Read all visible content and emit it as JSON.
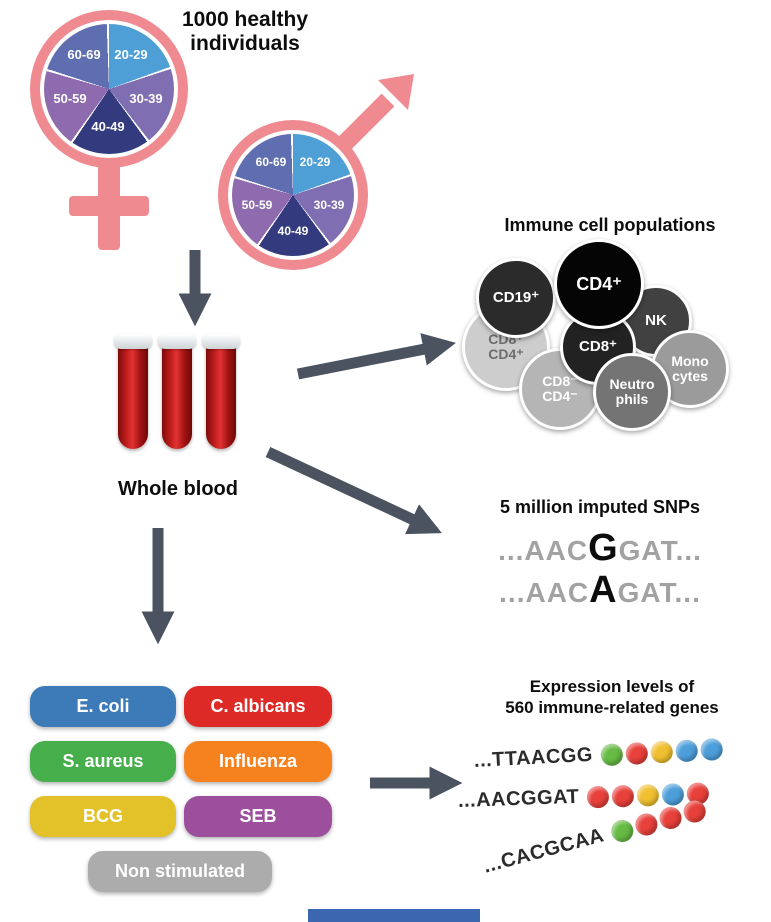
{
  "header": {
    "title": "1000 healthy\nindividuals"
  },
  "demographics": {
    "age_groups": [
      "20-29",
      "30-39",
      "40-49",
      "50-59",
      "60-69"
    ],
    "pie_colors": {
      "age_20_29": "#4D9FD6",
      "age_30_39": "#7F6FB2",
      "age_40_49": "#333B7E",
      "age_50_59": "#8E6BAE",
      "age_60_69": "#5F6EB0"
    },
    "symbol_color": "#EF8B90"
  },
  "blood": {
    "label": "Whole blood",
    "tube_color": "#B01212",
    "tube_count": 3
  },
  "immune_cells": {
    "title": "Immune cell populations",
    "cells": [
      {
        "label": "CD19⁺",
        "bg": "#2B2B2B",
        "fg": "#FFFFFF"
      },
      {
        "label": "CD4⁺",
        "bg": "#050505",
        "fg": "#FFFFFF"
      },
      {
        "label": "NK",
        "bg": "#414141",
        "fg": "#FFFFFF"
      },
      {
        "label": "CD8⁺",
        "bg": "#222222",
        "fg": "#FFFFFF"
      },
      {
        "label": "CD8⁺\nCD4⁺",
        "bg": "#CDCDCD",
        "fg": "#6E6E6E"
      },
      {
        "label": "CD8⁻\nCD4⁻",
        "bg": "#B5B5B5",
        "fg": "#FFFFFF"
      },
      {
        "label": "Neutro\nphils",
        "bg": "#747474",
        "fg": "#FFFFFF"
      },
      {
        "label": "Mono\ncytes",
        "bg": "#9B9B9B",
        "fg": "#FFFFFF"
      }
    ]
  },
  "snps": {
    "title": "5 million imputed SNPs",
    "sequences": [
      {
        "prefix": "...AAC",
        "variant": "G",
        "suffix": "GAT..."
      },
      {
        "prefix": "...AAC",
        "variant": "A",
        "suffix": "GAT..."
      }
    ]
  },
  "stimuli": {
    "items": [
      {
        "label": "E. coli",
        "color": "#3D7AB8"
      },
      {
        "label": "C. albicans",
        "color": "#DE2A26"
      },
      {
        "label": "S. aureus",
        "color": "#47AE4C"
      },
      {
        "label": "Influenza",
        "color": "#F5821F"
      },
      {
        "label": "BCG",
        "color": "#E2C228"
      },
      {
        "label": "SEB",
        "color": "#9C4F9C"
      },
      {
        "label": "Non stimulated",
        "color": "#ACACAC"
      }
    ]
  },
  "expression": {
    "title": "Expression levels of\n560 immune-related genes",
    "genes": [
      {
        "seq": "...TTAACGG",
        "beads": [
          "#66BB44",
          "#E8403A",
          "#F0C030",
          "#4D9FDB",
          "#4D9FDB"
        ]
      },
      {
        "seq": "...AACGGAT",
        "beads": [
          "#E8403A",
          "#E8403A",
          "#F0C030",
          "#4D9FDB",
          "#E8403A"
        ]
      },
      {
        "seq": "...CACGCAA",
        "beads": [
          "#66BB44",
          "#E8403A",
          "#E8403A",
          "#E8403A"
        ]
      }
    ]
  },
  "palette": {
    "arrow": "#4A535F",
    "footer_bar": "#3A67B0"
  }
}
